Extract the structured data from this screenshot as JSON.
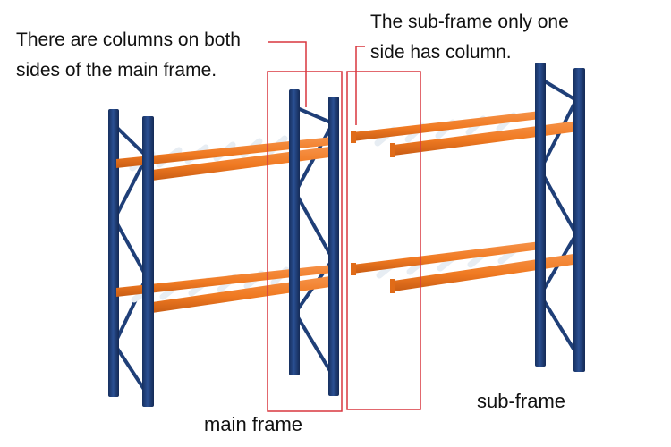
{
  "labels": {
    "main_callout_line1": "There are columns on both",
    "main_callout_line2": "sides of the main frame.",
    "sub_callout_line1": "The sub-frame only one",
    "sub_callout_line2": "side has column.",
    "main_frame": "main frame",
    "sub_frame": "sub-frame"
  },
  "colors": {
    "upright": "#1f3f78",
    "upright_dark": "#142c58",
    "beam": "#f07a22",
    "beam_dark": "#c85d12",
    "rung": "#e6ecf2",
    "callout": "#d9363e"
  }
}
